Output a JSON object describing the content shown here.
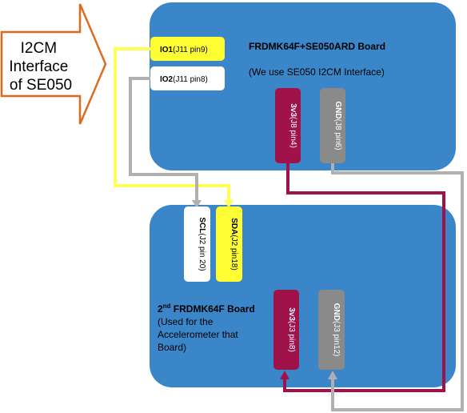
{
  "arrow": {
    "lines": [
      "I2CM",
      "Interface",
      "of SE050"
    ],
    "fill": "#ffffff",
    "stroke": "#e0691c"
  },
  "colors": {
    "board": "#3a86c8",
    "yellow": "#ffff33",
    "yellow_wire": "#ffff55",
    "white": "#ffffff",
    "maroon": "#a0124a",
    "gray": "#8a8a8a",
    "gray_wire": "#b0b0b0"
  },
  "board1": {
    "title": "FRDMK64F+SE050ARD  Board",
    "note": "(We use SE050 I2CM Interface)",
    "io1": {
      "name": "IO1",
      "pin": "(J11 pin9)"
    },
    "io2": {
      "name": "IO2",
      "pin": "(J11 pin8)"
    },
    "v33": {
      "name": "3v3",
      "pin": "(J8 pin4)"
    },
    "gnd": {
      "name": "GND",
      "pin": "(J8 pin6)"
    }
  },
  "board2": {
    "title_num": "2",
    "title_sup": "nd",
    "title_rest": " FRDMK64F  Board",
    "note_lines": [
      "(Used for the",
      "Accelerometer that",
      "Board)"
    ],
    "scl": {
      "name": "SCL",
      "pin": "(J2 pin 20)"
    },
    "sda": {
      "name": "SDA",
      "pin": "(J2 pin18)"
    },
    "v33": {
      "name": "3v3",
      "pin": "(J3 pin8)"
    },
    "gnd": {
      "name": "GND",
      "pin": "(J3 pin12)"
    }
  }
}
